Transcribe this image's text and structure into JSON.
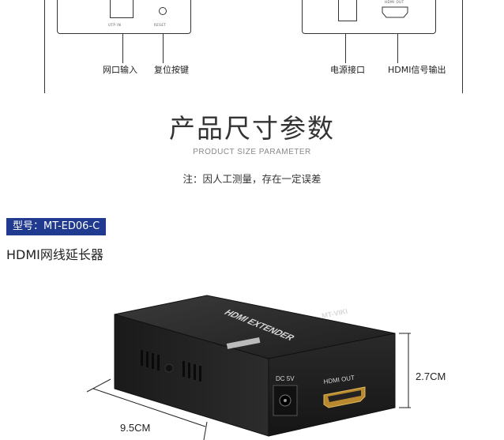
{
  "diagram": {
    "left_panel": {
      "port_label": "UTP IN",
      "reset_label": "RESET",
      "callouts": [
        "网口输入",
        "复位按键"
      ]
    },
    "right_panel": {
      "port_label": "HDMI OUT",
      "callouts": [
        "电源接口",
        "HDMI信号输出"
      ]
    }
  },
  "section": {
    "title_cn": "产品尺寸参数",
    "title_en": "PRODUCT SIZE PARAMETER",
    "note": "注：因人工测量，存在一定误差"
  },
  "product": {
    "model": "型号：MT-ED06-C",
    "name": "HDMI网线延长器"
  },
  "device": {
    "top_text": "HDMI EXTENDER",
    "brand": "MT-VIKI",
    "dc_label": "DC 5V",
    "hdmi_label": "HDMI OUT"
  },
  "dimensions": {
    "height": "2.7CM",
    "length": "9.5CM"
  }
}
